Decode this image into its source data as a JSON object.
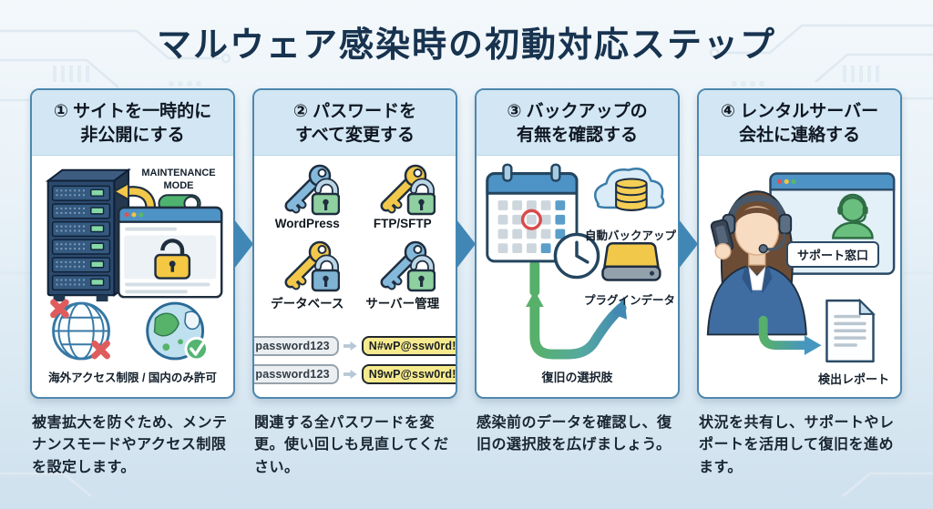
{
  "page": {
    "title": "マルウェア感染時の初動対応ステップ"
  },
  "colors": {
    "accent_navy": "#17334f",
    "card_border": "#4d87ae",
    "card_header_bg": "#d2e7f3",
    "step_arrow_blue": "#4187b5",
    "green": "#57b06a",
    "yellow": "#f2c84b",
    "alert_red": "#e05c5c"
  },
  "steps": [
    {
      "heading": "① サイトを一時的に\n非公開にする",
      "labels": {
        "maintenance": "MAINTENANCE\nMODE",
        "access": "海外アクセス制限 / 国内のみ許可"
      },
      "caption": "被害拡大を防ぐため、メンテナンスモードやアクセス制限を設定します。"
    },
    {
      "heading": "② パスワードを\nすべて変更する",
      "keys": [
        "WordPress",
        "FTP/SFTP",
        "データベース",
        "サーバー管理"
      ],
      "passwords": [
        {
          "old": "password123",
          "new": "N#wP@ssw0rd!"
        },
        {
          "old": "password123",
          "new": "N9wP@ssw0rd!"
        }
      ],
      "caption": "関連する全パスワードを変更。使い回しも見直してください。"
    },
    {
      "heading": "③ バックアップの\n有無を確認する",
      "labels": {
        "auto_backup": "自動バックアップ",
        "plugin_data": "プラグインデータ",
        "recovery_options": "復旧の選択肢"
      },
      "caption": "感染前のデータを確認し、復旧の選択肢を広げましょう。"
    },
    {
      "heading": "④ レンタルサーバー\n会社に連絡する",
      "labels": {
        "support_desk": "サポート窓口",
        "report": "検出レポート"
      },
      "caption": "状況を共有し、サポートやレポートを活用して復旧を進めます。"
    }
  ]
}
